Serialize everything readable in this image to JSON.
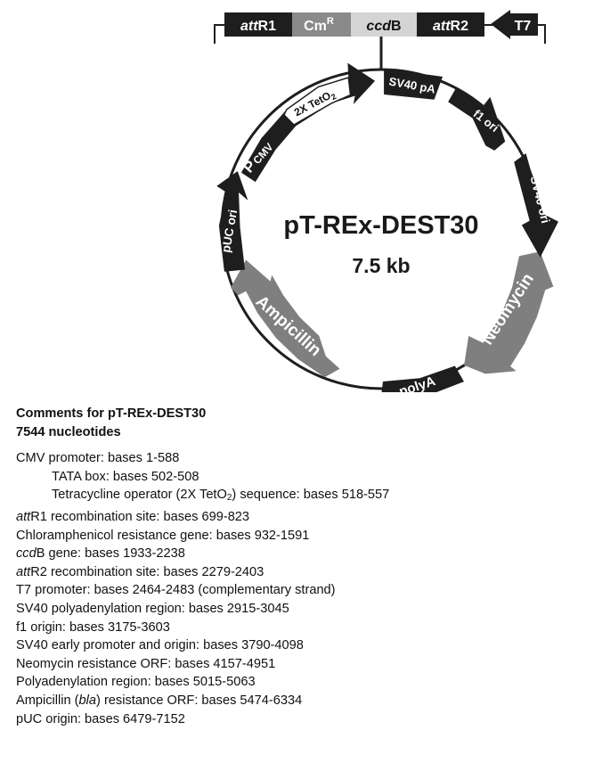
{
  "cassette": {
    "attR1": {
      "italic": "att",
      "rest": "R1"
    },
    "cmr": {
      "base": "Cm",
      "sup": "R"
    },
    "ccdB": {
      "italic": "ccd",
      "rest": "B"
    },
    "attR2": {
      "italic": "att",
      "rest": "R2"
    },
    "t7": "T7"
  },
  "plasmid": {
    "name": "pT-REx-DEST30",
    "size": "7.5 kb",
    "features": {
      "tetO2": {
        "base": "2X TetO",
        "sub": "2"
      },
      "pcmv": {
        "big": "P",
        "small": "CMV"
      },
      "puc": "pUC ori",
      "ampicillin": "Ampicillin",
      "polya": "polyA",
      "neomycin": "Neomycin",
      "sv40ori": "SV40 ori",
      "f1ori": "f1 ori",
      "sv40pa": "SV40 pA"
    },
    "colors": {
      "dark": "#1e1e1e",
      "gray": "#7f7f7f",
      "light": "#d4d4d4",
      "mid": "#8a8a8a"
    }
  },
  "comments": {
    "title": "Comments for pT-REx-DEST30",
    "length": "7544 nucleotides",
    "cmv": "CMV promoter: bases 1-588",
    "tata": "TATA box: bases 502-508",
    "teto": {
      "pre": "Tetracycline operator (2X TetO",
      "sub": "2",
      "post": ") sequence: bases 518-557"
    },
    "attr1": {
      "italic": "att",
      "rest": "R1 recombination site: bases 699-823"
    },
    "cat": "Chloramphenicol resistance gene: bases 932-1591",
    "ccdb": {
      "italic": "ccd",
      "rest": "B gene: bases 1933-2238"
    },
    "attr2": {
      "italic": "att",
      "rest": "R2 recombination site: bases 2279-2403"
    },
    "t7": "T7 promoter: bases 2464-2483 (complementary strand)",
    "sv40pa": "SV40 polyadenylation region: bases 2915-3045",
    "f1": "f1 origin: bases 3175-3603",
    "sv40": "SV40 early promoter and origin: bases 3790-4098",
    "neo": "Neomycin resistance ORF: bases 4157-4951",
    "polya": "Polyadenylation region: bases 5015-5063",
    "amp": {
      "pre": "Ampicillin (",
      "italic": "bla",
      "post": ") resistance ORF: bases 5474-6334"
    },
    "puc": "pUC origin: bases 6479-7152"
  }
}
